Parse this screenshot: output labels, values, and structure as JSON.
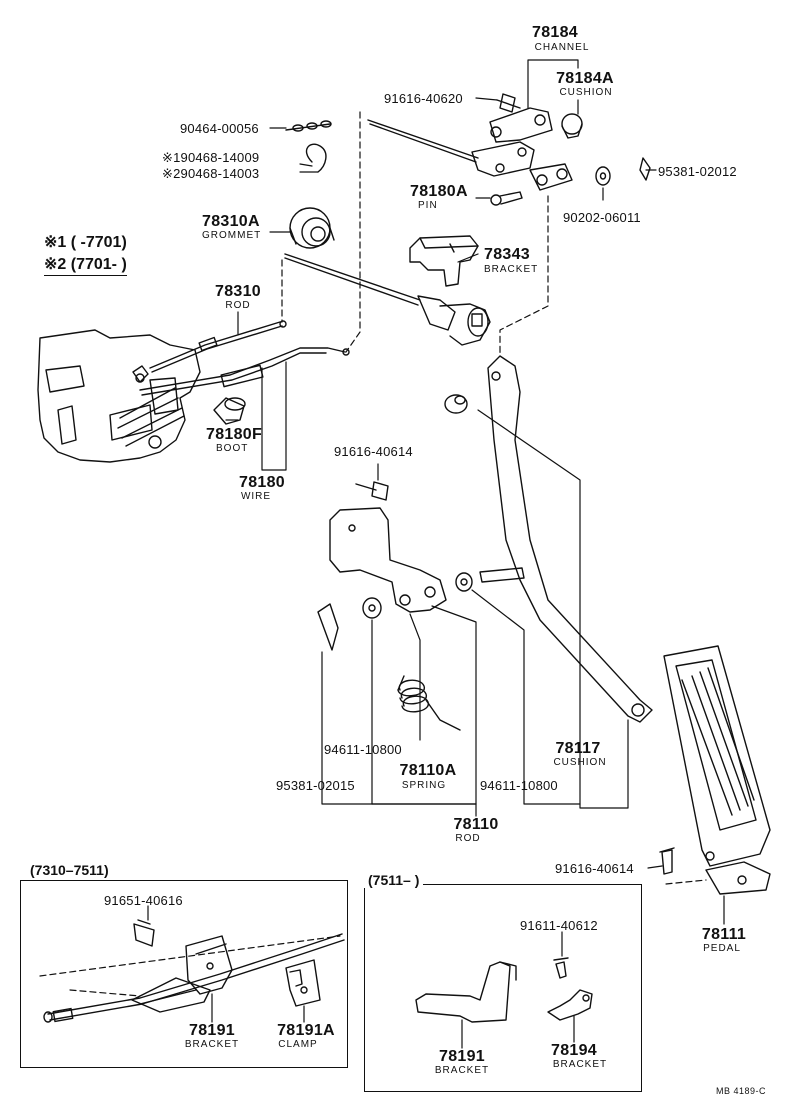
{
  "legend": {
    "note1": "※1 (      -7701)",
    "note2": "※2 (7701-        )"
  },
  "parts": {
    "p78184": {
      "code": "78184",
      "name": "CHANNEL"
    },
    "p78184a": {
      "code": "78184A",
      "name": "CUSHION"
    },
    "p91616_40620": {
      "code": "91616-40620"
    },
    "p90464": {
      "code": "90464-00056"
    },
    "p90468a": {
      "code": "※190468-14009"
    },
    "p90468b": {
      "code": "※290468-14003"
    },
    "p95381_02012": {
      "code": "95381-02012"
    },
    "p78180a": {
      "code": "78180A",
      "name": "PIN"
    },
    "p90202": {
      "code": "90202-06011"
    },
    "p78310a": {
      "code": "78310A",
      "name": "GROMMET"
    },
    "p78343": {
      "code": "78343",
      "name": "BRACKET"
    },
    "p78310": {
      "code": "78310",
      "name": "ROD"
    },
    "p78180f": {
      "code": "78180F",
      "name": "BOOT"
    },
    "p78180": {
      "code": "78180",
      "name": "WIRE"
    },
    "p91616_40614a": {
      "code": "91616-40614"
    },
    "p94611a": {
      "code": "94611-10800"
    },
    "p78110a": {
      "code": "78110A",
      "name": "SPRING"
    },
    "p95381_02015": {
      "code": "95381-02015"
    },
    "p94611b": {
      "code": "94611-10800"
    },
    "p78117": {
      "code": "78117",
      "name": "CUSHION"
    },
    "p78110": {
      "code": "78110",
      "name": "ROD"
    },
    "p91616_40614b": {
      "code": "91616-40614"
    },
    "p78111": {
      "code": "78111",
      "name": "PEDAL"
    },
    "p91651": {
      "code": "91651-40616"
    },
    "p78191a_box1": {
      "code": "78191",
      "name": "BRACKET"
    },
    "p78191A": {
      "code": "78191A",
      "name": "CLAMP"
    },
    "p91611": {
      "code": "91611-40612"
    },
    "p78191_box2": {
      "code": "78191",
      "name": "BRACKET"
    },
    "p78194": {
      "code": "78194",
      "name": "BRACKET"
    }
  },
  "boxes": {
    "left_title": "(7310–7511)",
    "right_title": "(7511–        )"
  },
  "ref_code": "MB 4189-C"
}
